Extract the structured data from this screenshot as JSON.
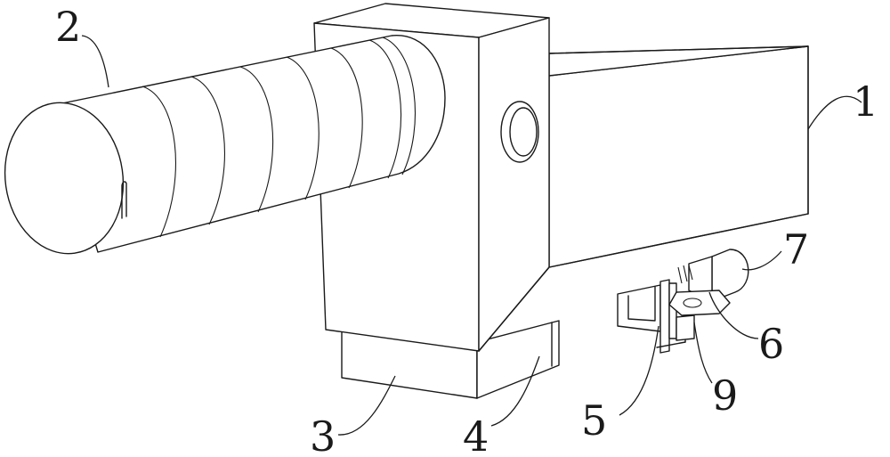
{
  "labels": [
    {
      "id": "1",
      "text": "1"
    },
    {
      "id": "2",
      "text": "2"
    },
    {
      "id": "3",
      "text": "3"
    },
    {
      "id": "4",
      "text": "4"
    },
    {
      "id": "5",
      "text": "5"
    },
    {
      "id": "6",
      "text": "6"
    },
    {
      "id": "7",
      "text": "7"
    },
    {
      "id": "9",
      "text": "9"
    }
  ]
}
